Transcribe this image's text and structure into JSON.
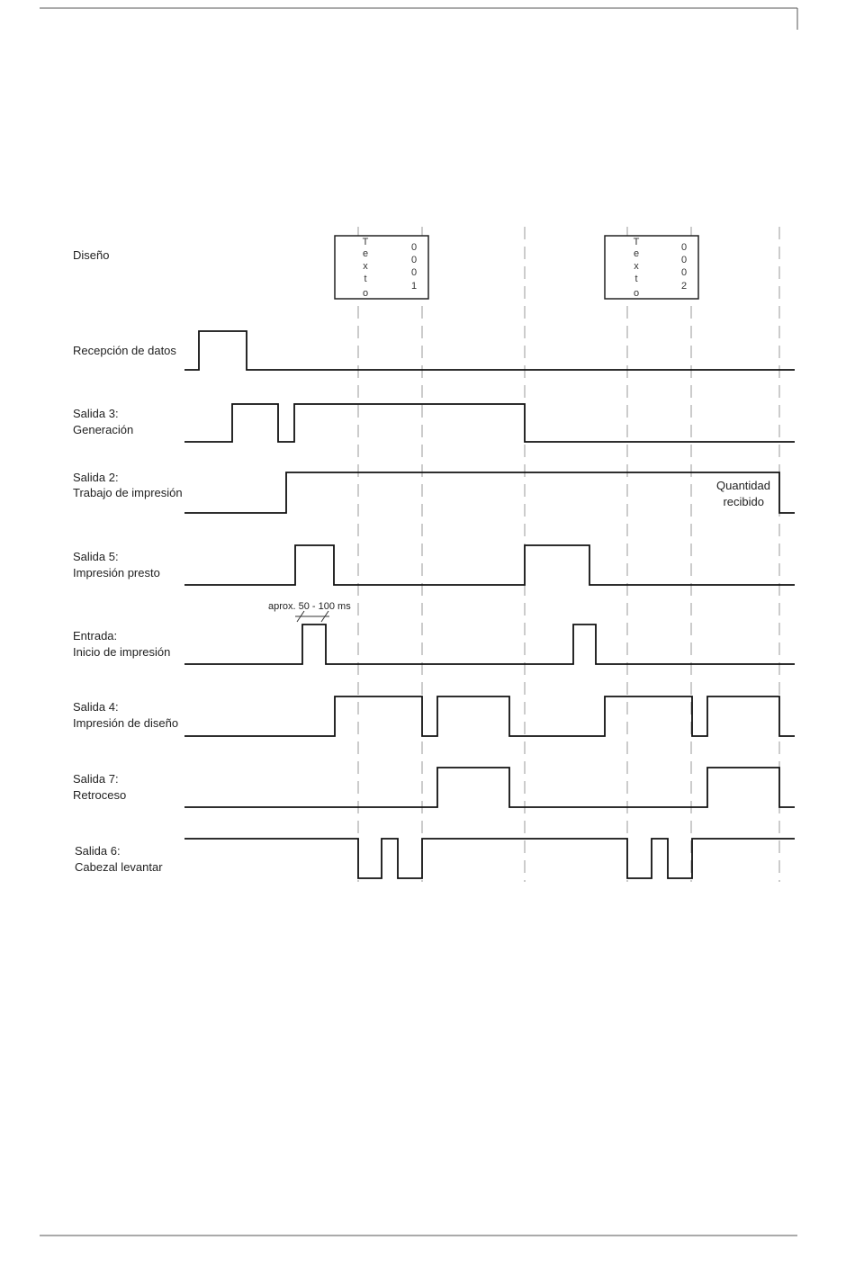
{
  "signals": [
    {
      "id": "diseno",
      "lines": [
        "Diseño"
      ]
    },
    {
      "id": "recepcion",
      "lines": [
        "Recepción de datos"
      ]
    },
    {
      "id": "salida3",
      "lines": [
        "Salida 3:",
        "Generación"
      ]
    },
    {
      "id": "salida2",
      "lines": [
        "Salida 2:",
        "Trabajo de impresión"
      ]
    },
    {
      "id": "salida5",
      "lines": [
        "Salida 5:",
        "Impresión presto"
      ]
    },
    {
      "id": "entrada",
      "lines": [
        "Entrada:",
        "Inicio de impresión"
      ]
    },
    {
      "id": "salida4",
      "lines": [
        "Salida 4:",
        "Impresión de diseño"
      ]
    },
    {
      "id": "salida7",
      "lines": [
        "Salida 7:",
        "Retroceso"
      ]
    },
    {
      "id": "salida6",
      "lines": [
        "Salida 6:",
        "Cabezal levantar"
      ]
    }
  ],
  "labels": [
    {
      "id": "quantity_line1",
      "text": "Quantidad"
    },
    {
      "id": "quantity_line2",
      "text": "recibido"
    },
    {
      "id": "aprox",
      "text": "aprox. 50 - 100 ms"
    }
  ],
  "designs": [
    {
      "text_chars": [
        "T",
        "e",
        "x",
        "t",
        "o"
      ],
      "number_chars": [
        "0",
        "0",
        "0",
        "1"
      ]
    },
    {
      "text_chars": [
        "T",
        "e",
        "x",
        "t",
        "o"
      ],
      "number_chars": [
        "0",
        "0",
        "0",
        "2"
      ]
    }
  ]
}
